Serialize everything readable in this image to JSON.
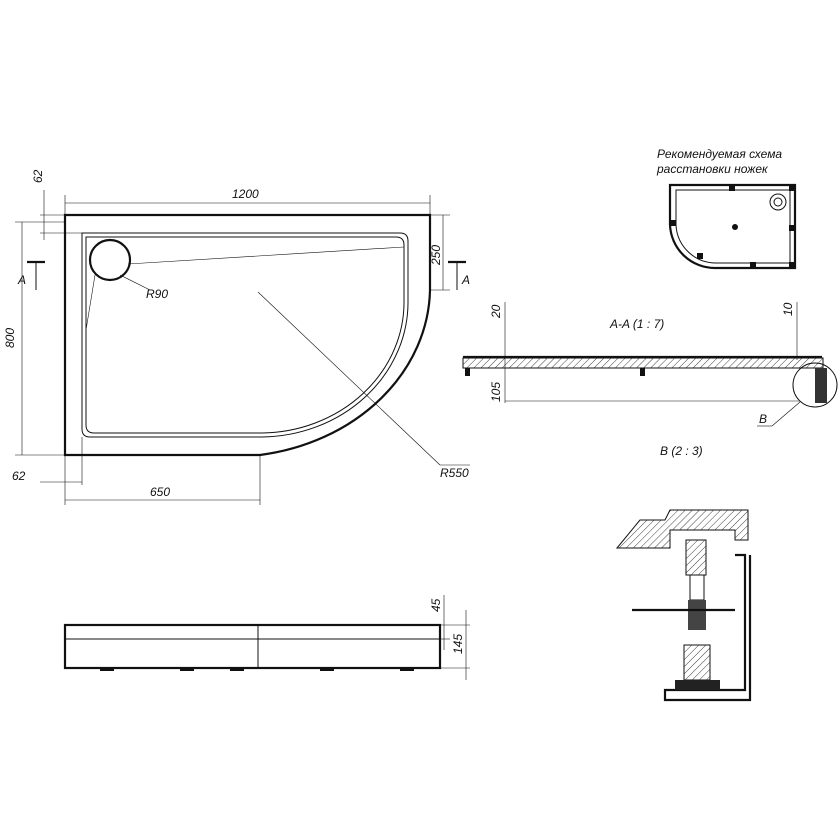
{
  "plan_view": {
    "dim_width": "1200",
    "dim_top_offset": "62",
    "dim_height": "800",
    "dim_right_offset": "250",
    "dim_left_bottom_offset": "62",
    "dim_straight_length": "650",
    "radius_drain": "R90",
    "radius_arc": "R550",
    "section_mark_left": "A",
    "section_mark_right": "A"
  },
  "legs_scheme": {
    "title_line1": "Рекомендуемая схема",
    "title_line2": "расстановки ножек"
  },
  "section_aa": {
    "title": "A-A (1 : 7)",
    "dim_left_top": "20",
    "dim_right_top": "10",
    "dim_height": "105",
    "detail_callout": "B"
  },
  "detail_b": {
    "title": "B (2 : 3)"
  },
  "side_view": {
    "dim_rim": "45",
    "dim_total": "145"
  }
}
